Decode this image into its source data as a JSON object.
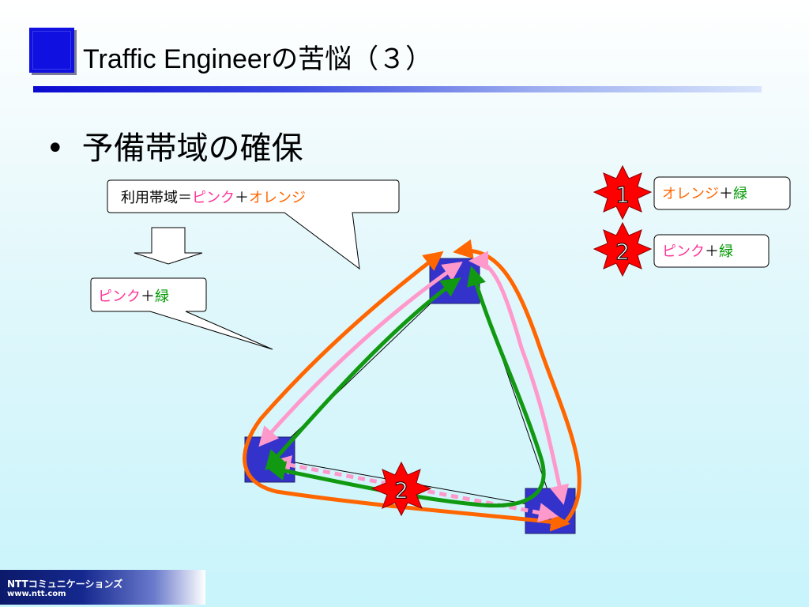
{
  "title": "Traffic Engineerの苦悩（３）",
  "bullet": "予備帯域の確保",
  "callout_top": {
    "prefix": "利用帯域＝",
    "pink": "ピンク",
    "plus": "＋",
    "orange": "オレンジ"
  },
  "callout_left": {
    "pink": "ピンク",
    "plus": "＋",
    "green": "緑"
  },
  "legend": [
    {
      "badge": "1",
      "part1": "オレンジ",
      "plus": "＋",
      "part2": "緑"
    },
    {
      "badge": "2",
      "part1": "ピンク",
      "plus": "＋",
      "part2": "緑"
    }
  ],
  "failure_badge": "2",
  "footer": {
    "company": "NTTコミュニケーションズ",
    "url": "www.ntt.com"
  },
  "colors": {
    "orange": "#ff6600",
    "pink": "#ff99cc",
    "green": "#119911",
    "node": "#3333cc",
    "burst": "#ff0000"
  }
}
